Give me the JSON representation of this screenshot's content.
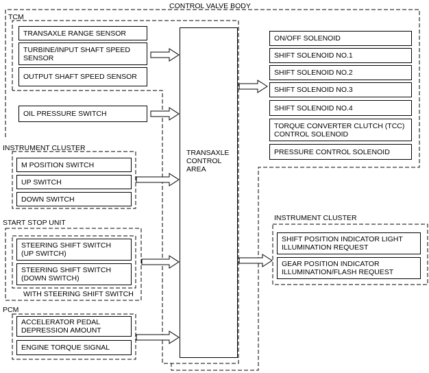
{
  "control_valve_body": {
    "title": "CONTROL VALVE BODY"
  },
  "tcm": {
    "title": "TCM",
    "inputs": [
      "TRANSAXLE RANGE SENSOR",
      "TURBINE/INPUT SHAFT SPEED\nSENSOR",
      "OUTPUT SHAFT SPEED SENSOR",
      "OIL PRESSURE SWITCH"
    ],
    "control_area": "TRANSAXLE\nCONTROL\nAREA"
  },
  "outputs": [
    "ON/OFF SOLENOID",
    "SHIFT SOLENOID NO.1",
    "SHIFT SOLENOID NO.2",
    "SHIFT SOLENOID NO.3",
    "SHIFT SOLENOID NO.4",
    "TORQUE CONVERTER CLUTCH (TCC)\nCONTROL SOLENOID",
    "PRESSURE CONTROL SOLENOID"
  ],
  "instrument_cluster_in": {
    "title": "INSTRUMENT CLUSTER",
    "items": [
      "M POSITION SWITCH",
      "UP SWITCH",
      "DOWN SWITCH"
    ]
  },
  "start_stop_unit": {
    "title": "START STOP UNIT",
    "items": [
      "STEERING SHIFT SWITCH\n(UP SWITCH)",
      "STEERING SHIFT SWITCH\n(DOWN SWITCH)"
    ],
    "note": "WITH STEERING SHIFT SWITCH"
  },
  "pcm": {
    "title": "PCM",
    "items": [
      "ACCELERATOR PEDAL\nDEPRESSION AMOUNT",
      "ENGINE TORQUE SIGNAL"
    ]
  },
  "instrument_cluster_out": {
    "title": "INSTRUMENT CLUSTER",
    "items": [
      "SHIFT POSITION INDICATOR LIGHT\nILLUMINATION REQUEST",
      "GEAR POSITION INDICATOR\nILLUMINATION/FLASH REQUEST"
    ]
  }
}
